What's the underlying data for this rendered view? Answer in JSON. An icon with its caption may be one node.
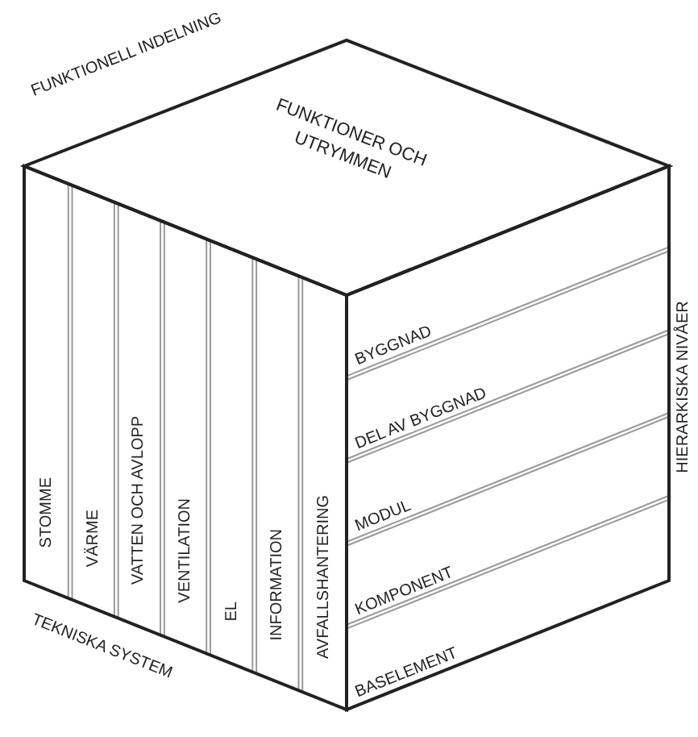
{
  "diagram": {
    "nodes": [
      {
        "text": [
          "FUNKTIONER OCH UTRYMMEN"
        ]
      },
      {
        "text": [
          "STOMME"
        ]
      },
      {
        "text": [
          "VÄRME"
        ]
      },
      {
        "text": [
          "VATTEN OCH AVLOPP"
        ]
      },
      {
        "text": [
          "VENTILATION"
        ]
      },
      {
        "text": [
          "EL"
        ]
      },
      {
        "text": [
          "INFORMATION"
        ]
      },
      {
        "text": [
          "AVFALLSHANTERING"
        ]
      },
      {
        "text": [
          "BYGGNAD"
        ]
      },
      {
        "text": [
          "DEL AV BYGGNAD"
        ]
      },
      {
        "text": [
          "MODUL"
        ]
      },
      {
        "text": [
          "KOMPONENT"
        ]
      },
      {
        "text": [
          "BASELEMENT"
        ]
      }
    ],
    "labels": [
      "FUNKTIONELL INDELNING",
      "HIERARKISKA NIVÅER",
      "TEKNISKA SYSTEM"
    ]
  }
}
